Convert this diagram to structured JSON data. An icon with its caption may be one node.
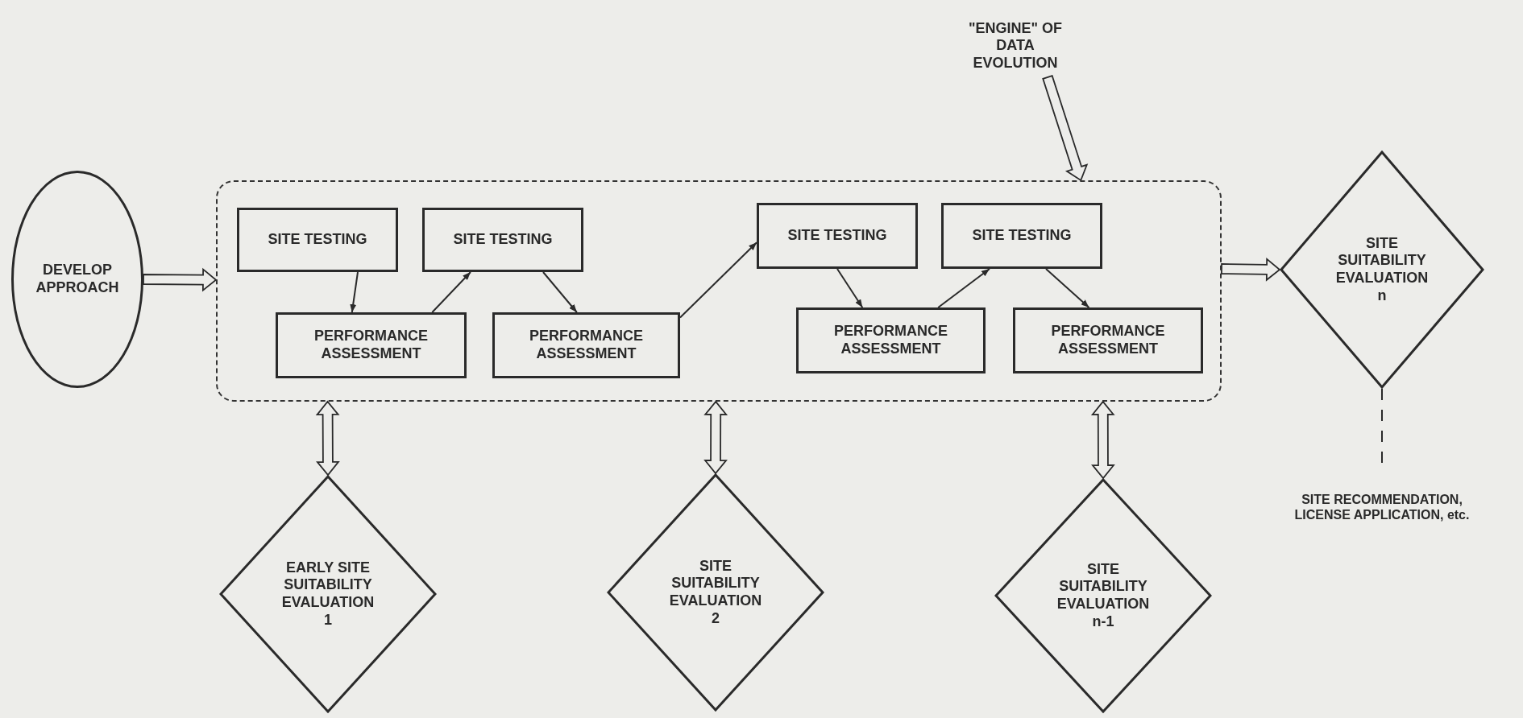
{
  "diagram": {
    "nodes": [
      {
        "text": [
          "DEVELOP APPROACH"
        ]
      },
      {
        "text": [],
        "shape": "box"
      },
      {
        "text": [
          "SITE TESTING"
        ],
        "in": 1
      },
      {
        "text": [
          "PERFORMANCE ASSESSMENT"
        ],
        "in": 1
      },
      {
        "text": [
          "SITE TESTING"
        ],
        "in": 1
      },
      {
        "text": [
          "PERFORMANCE ASSESSMENT"
        ],
        "in": 1
      },
      {
        "text": [
          "SITE TESTING"
        ],
        "in": 1
      },
      {
        "text": [
          "PERFORMANCE ASSESSMENT"
        ],
        "in": 1
      },
      {
        "text": [
          "SITE TESTING"
        ],
        "in": 1
      },
      {
        "text": [
          "PERFORMANCE ASSESSMENT"
        ],
        "in": 1
      },
      {
        "text": [
          "\"ENGINE\" OF DATA EVOLUTION"
        ]
      },
      {
        "text": [
          "SITE SUITABILITY EVALUATION",
          "n"
        ]
      },
      {
        "text": [
          "SITE RECOMMENDATION, LICENSE APPLICATION, etc."
        ]
      },
      {
        "text": [
          "EARLY SITE SUITABILITY EVALUATION",
          "1"
        ]
      },
      {
        "text": [
          "SITE SUITABILITY EVALUATION",
          "2"
        ]
      },
      {
        "text": [
          "SITE SUITABILITY EVALUATION",
          "n-1"
        ]
      }
    ],
    "edges": [
      {
        "from": 0,
        "to": 1,
        "arrow": "to",
        "style": "thick"
      },
      {
        "from": 1,
        "to": 11,
        "arrow": "to",
        "style": "thick"
      },
      {
        "from": 10,
        "to": 1,
        "arrow": "to",
        "style": "thick"
      },
      {
        "from": 1,
        "to": 13,
        "arrow": "both",
        "style": "thick"
      },
      {
        "from": 1,
        "to": 14,
        "arrow": "both",
        "style": "thick"
      },
      {
        "from": 1,
        "to": 15,
        "arrow": "both",
        "style": "thick"
      },
      {
        "from": 11,
        "to": 12,
        "arrow": "none",
        "style": "dashed"
      },
      {
        "from": 2,
        "to": 3,
        "arrow": "to"
      },
      {
        "from": 3,
        "to": 4,
        "arrow": "to"
      },
      {
        "from": 4,
        "to": 5,
        "arrow": "to"
      },
      {
        "from": 5,
        "to": 6,
        "arrow": "to"
      },
      {
        "from": 6,
        "to": 7,
        "arrow": "to"
      },
      {
        "from": 7,
        "to": 8,
        "arrow": "to"
      },
      {
        "from": 8,
        "to": 9,
        "arrow": "to"
      }
    ]
  }
}
